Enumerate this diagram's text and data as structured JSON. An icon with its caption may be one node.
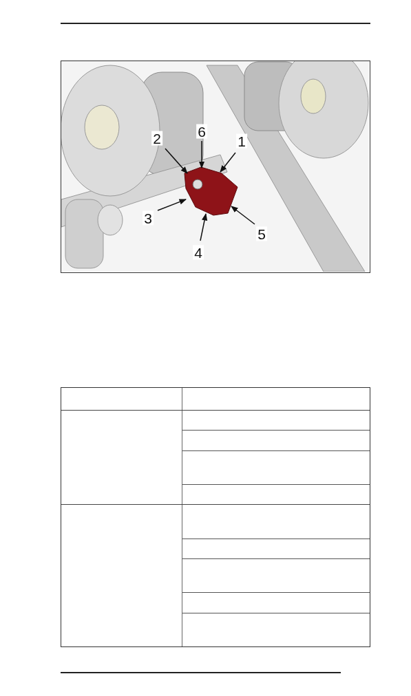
{
  "diagram": {
    "nodes": [
      {
        "text": [
          "1"
        ]
      },
      {
        "text": [
          "2"
        ]
      },
      {
        "text": [
          "3"
        ]
      },
      {
        "text": [
          "4"
        ]
      },
      {
        "text": [
          "5"
        ]
      },
      {
        "text": [
          "6"
        ]
      },
      {
        "text": [],
        "shape": "picture"
      }
    ],
    "edges": [
      {
        "from": 0,
        "to": 6,
        "arrow": "to"
      },
      {
        "from": 1,
        "to": 6,
        "arrow": "to"
      },
      {
        "from": 2,
        "to": 6,
        "arrow": "to"
      },
      {
        "from": 3,
        "to": 6,
        "arrow": "to"
      },
      {
        "from": 4,
        "to": 6,
        "arrow": "to"
      },
      {
        "from": 5,
        "to": 6,
        "arrow": "to"
      }
    ]
  }
}
